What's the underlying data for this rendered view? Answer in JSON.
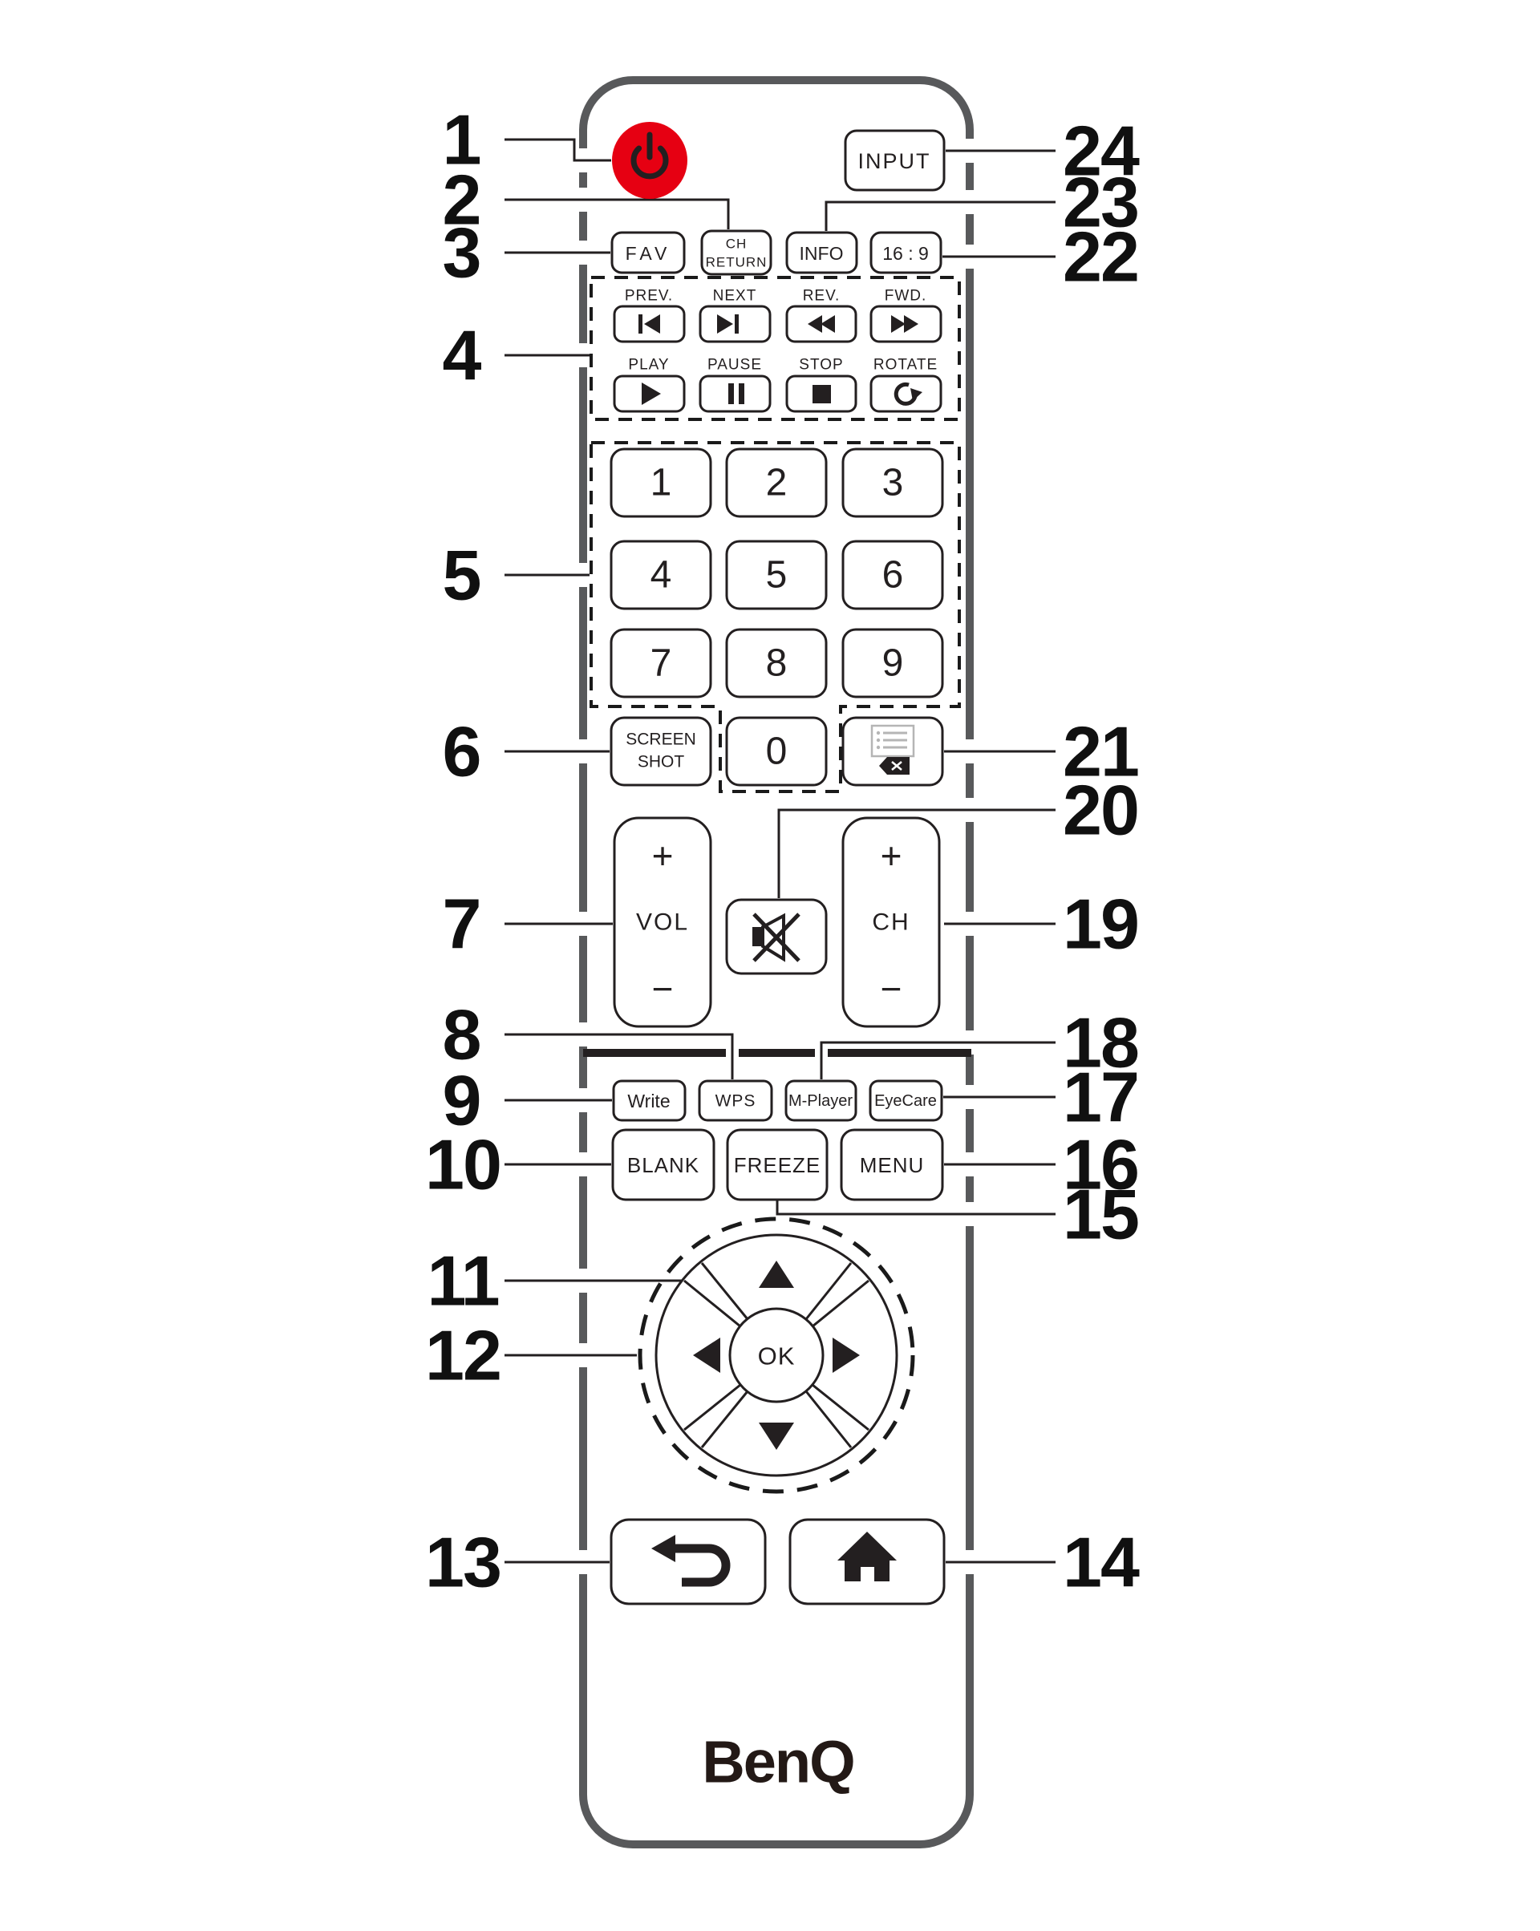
{
  "brand_logo": "BenQ",
  "callouts": {
    "left": [
      "1",
      "2",
      "3",
      "4",
      "5",
      "6",
      "7",
      "8",
      "9",
      "10",
      "11",
      "12",
      "13"
    ],
    "right": [
      "24",
      "23",
      "22",
      "21",
      "20",
      "19",
      "18",
      "17",
      "16",
      "15",
      "14"
    ]
  },
  "buttons": {
    "input": "INPUT",
    "fav": "FAV",
    "ch_return_line1": "CH",
    "ch_return_line2": "RETURN",
    "info": "INFO",
    "aspect": "16 : 9",
    "screenshot_line1": "SCREEN",
    "screenshot_line2": "SHOT",
    "vol_label": "VOL",
    "ch_label": "CH",
    "plus": "+",
    "minus": "−",
    "write": "Write",
    "wps": "WPS",
    "mplayer": "M-Player",
    "eyecare": "EyeCare",
    "blank": "BLANK",
    "freeze": "FREEZE",
    "menu": "MENU",
    "ok": "OK"
  },
  "media_labels": [
    "PREV.",
    "NEXT",
    "REV.",
    "FWD.",
    "PLAY",
    "PAUSE",
    "STOP",
    "ROTATE"
  ],
  "digits": [
    "1",
    "2",
    "3",
    "4",
    "5",
    "6",
    "7",
    "8",
    "9",
    "0"
  ],
  "colors": {
    "power_red": "#e60012",
    "ink": "#231f20",
    "body_outline_gray": "#58595b"
  }
}
